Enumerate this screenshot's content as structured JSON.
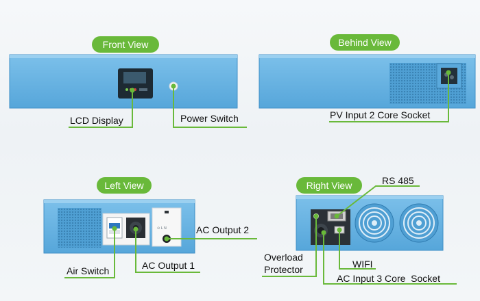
{
  "views": {
    "front": "Front View",
    "behind": "Behind View",
    "left": "Left View",
    "right": "Right View"
  },
  "callouts": {
    "lcd_display": "LCD Display",
    "power_switch": "Power Switch",
    "pv_input": "PV Input 2 Core Socket",
    "rs485": "RS 485",
    "ac_output_2": "AC Output 2",
    "air_switch": "Air Switch",
    "ac_output_1": "AC Output 1",
    "overload_protector": "Overload Protector",
    "wifi": "WIFI",
    "ac_input": "AC Input 3 Core  Socket"
  },
  "socket_letters": "⊙ L N",
  "colors": {
    "accent_green": "#69b93a",
    "device_blue": "#5aa9dc",
    "callout_line": "#69b93a"
  }
}
